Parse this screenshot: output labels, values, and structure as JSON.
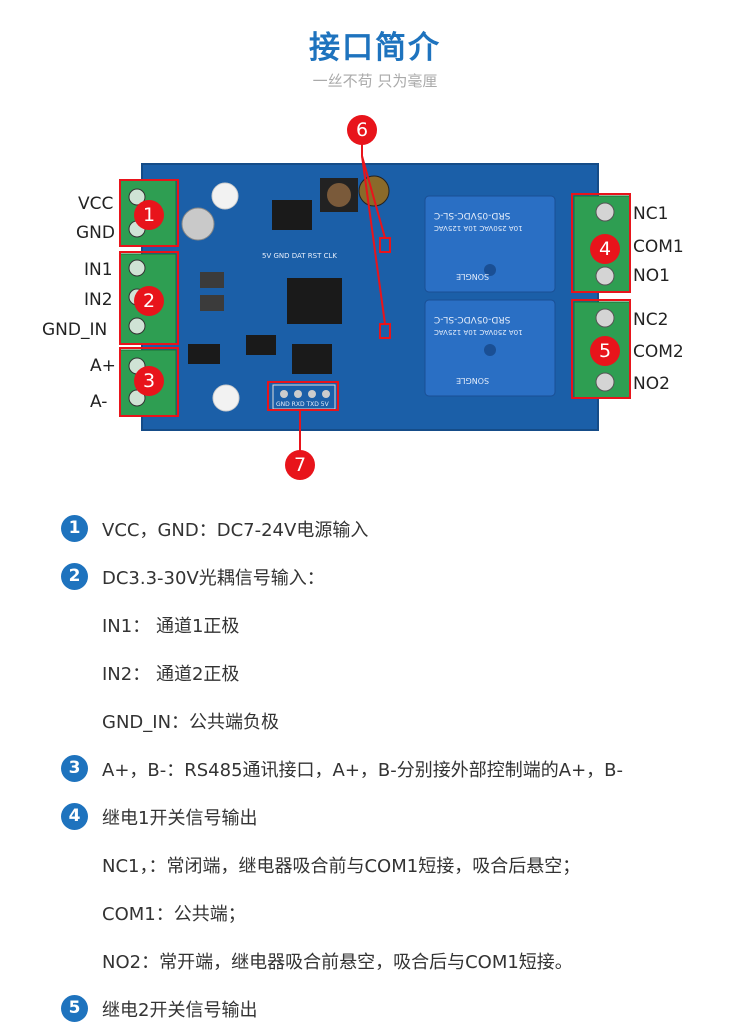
{
  "header": {
    "title": "接口简介",
    "subtitle": "一丝不苟 只为毫厘"
  },
  "board": {
    "left_labels": [
      "VCC",
      "GND",
      "IN1",
      "IN2",
      "GND_IN",
      "A+",
      "A-"
    ],
    "right_labels": [
      "NC1",
      "COM1",
      "NO1",
      "NC2",
      "COM2",
      "NO2"
    ],
    "callouts": [
      "1",
      "2",
      "3",
      "4",
      "5",
      "6",
      "7"
    ],
    "relay_text": "SRD-05VDC-SL-C",
    "relay_rating": "10A 250VAC 10A 125VAC",
    "relay_brand": "SONGLE",
    "header_pins_top": "5V GND DAT RST CLK",
    "header_pins_bottom": "GND RXD TXD 5V"
  },
  "items": [
    {
      "num": "1",
      "text": "VCC，GND：DC7-24V电源输入"
    },
    {
      "num": "2",
      "text": " DC3.3-30V光耦信号输入："
    },
    {
      "num": "",
      "text": "IN1：  通道1正极"
    },
    {
      "num": "",
      "text": "IN2：  通道2正极"
    },
    {
      "num": "",
      "text": "GND_IN：公共端负极"
    },
    {
      "num": "3",
      "text": "A+，B-：RS485通讯接口，A+，B-分别接外部控制端的A+，B-"
    },
    {
      "num": "4",
      "text": "继电1开关信号输出"
    },
    {
      "num": "",
      "text": "NC1，：常闭端，继电器吸合前与COM1短接，吸合后悬空；"
    },
    {
      "num": "",
      "text": "COM1：公共端；"
    },
    {
      "num": "",
      "text": "NO2：常开端，继电器吸合前悬空，吸合后与COM1短接。"
    },
    {
      "num": "5",
      "text": "继电2开关信号输出"
    }
  ],
  "colors": {
    "title": "#1e73be",
    "board": "#1b5fa8",
    "terminal": "#2e9e52",
    "callout": "#e8141b",
    "relay": "#2a6fc4"
  }
}
